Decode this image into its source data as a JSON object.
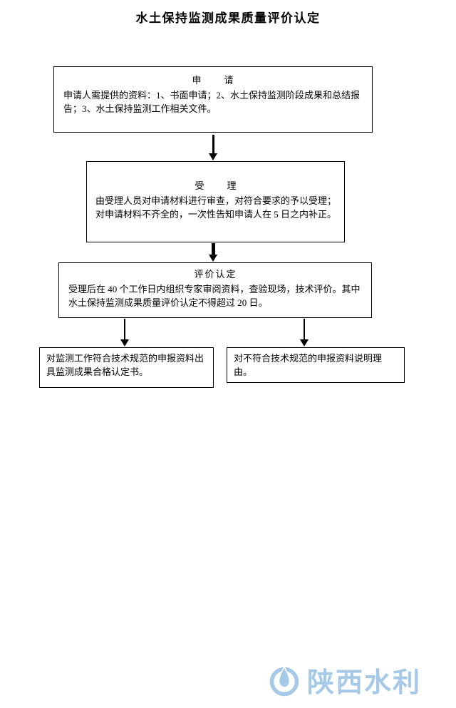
{
  "page": {
    "title": "水土保持监测成果质量评价认定"
  },
  "flowchart": {
    "apply": {
      "header": "申　　请",
      "body": "申请人需提供的资料：1、书面申请；2、水土保持监测阶段成果和总结报告；3、水土保持监测工作相关文件。"
    },
    "accept": {
      "header": "受　　理",
      "body": "由受理人员对申请材料进行审查，对符合要求的予以受理；对申请材料不齐全的，一次性告知申请人在 5 日之内补正。"
    },
    "evaluate": {
      "header": "评价认定",
      "body": "受理后在 40 个工作日内组织专家审阅资料，查验现场，技术评价。其中水土保持监测成果质量评价认定不得超过 20 日。"
    },
    "result_pass": {
      "body": "对监测工作符合技术规范的申报资料出具监测成果合格认定书。"
    },
    "result_fail": {
      "body": "对不符合技术规范的申报资料说明理由。"
    }
  },
  "footer": {
    "logo_text": "陕西水利",
    "logo_color": "#a6c9e8"
  }
}
